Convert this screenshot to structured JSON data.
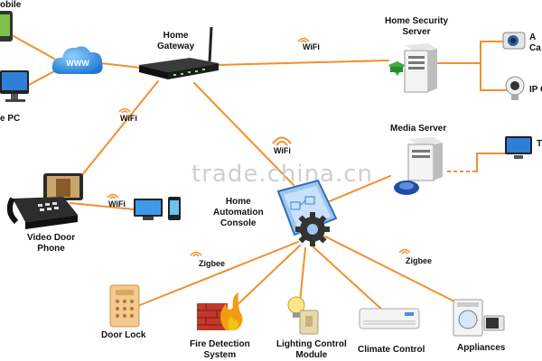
{
  "labels": {
    "mobile": "obile",
    "pc": "e PC",
    "www": "WWW",
    "home_gateway": "Home\nGateway",
    "home_security_server": "Home Security\nServer",
    "cam_a": "A\nCa",
    "ip_cam": "IP C",
    "media_server": "Media Server",
    "tv_partial": "T",
    "video_door_phone": "Video Door\nPhone",
    "home_automation_console": "Home\nAutomation\nConsole",
    "door_lock": "Door Lock",
    "fire_detection": "Fire Detection\nSystem",
    "lighting_control": "Lighting Control\nModule",
    "climate_control": "Climate Control",
    "appliances": "Appliances"
  },
  "links": {
    "wifi": "WiFi",
    "zigbee": "Zigbee"
  },
  "watermark": "trade.china.cn",
  "colors": {
    "wire": "#f0902c",
    "accent_blue": "#2f7fd6"
  }
}
